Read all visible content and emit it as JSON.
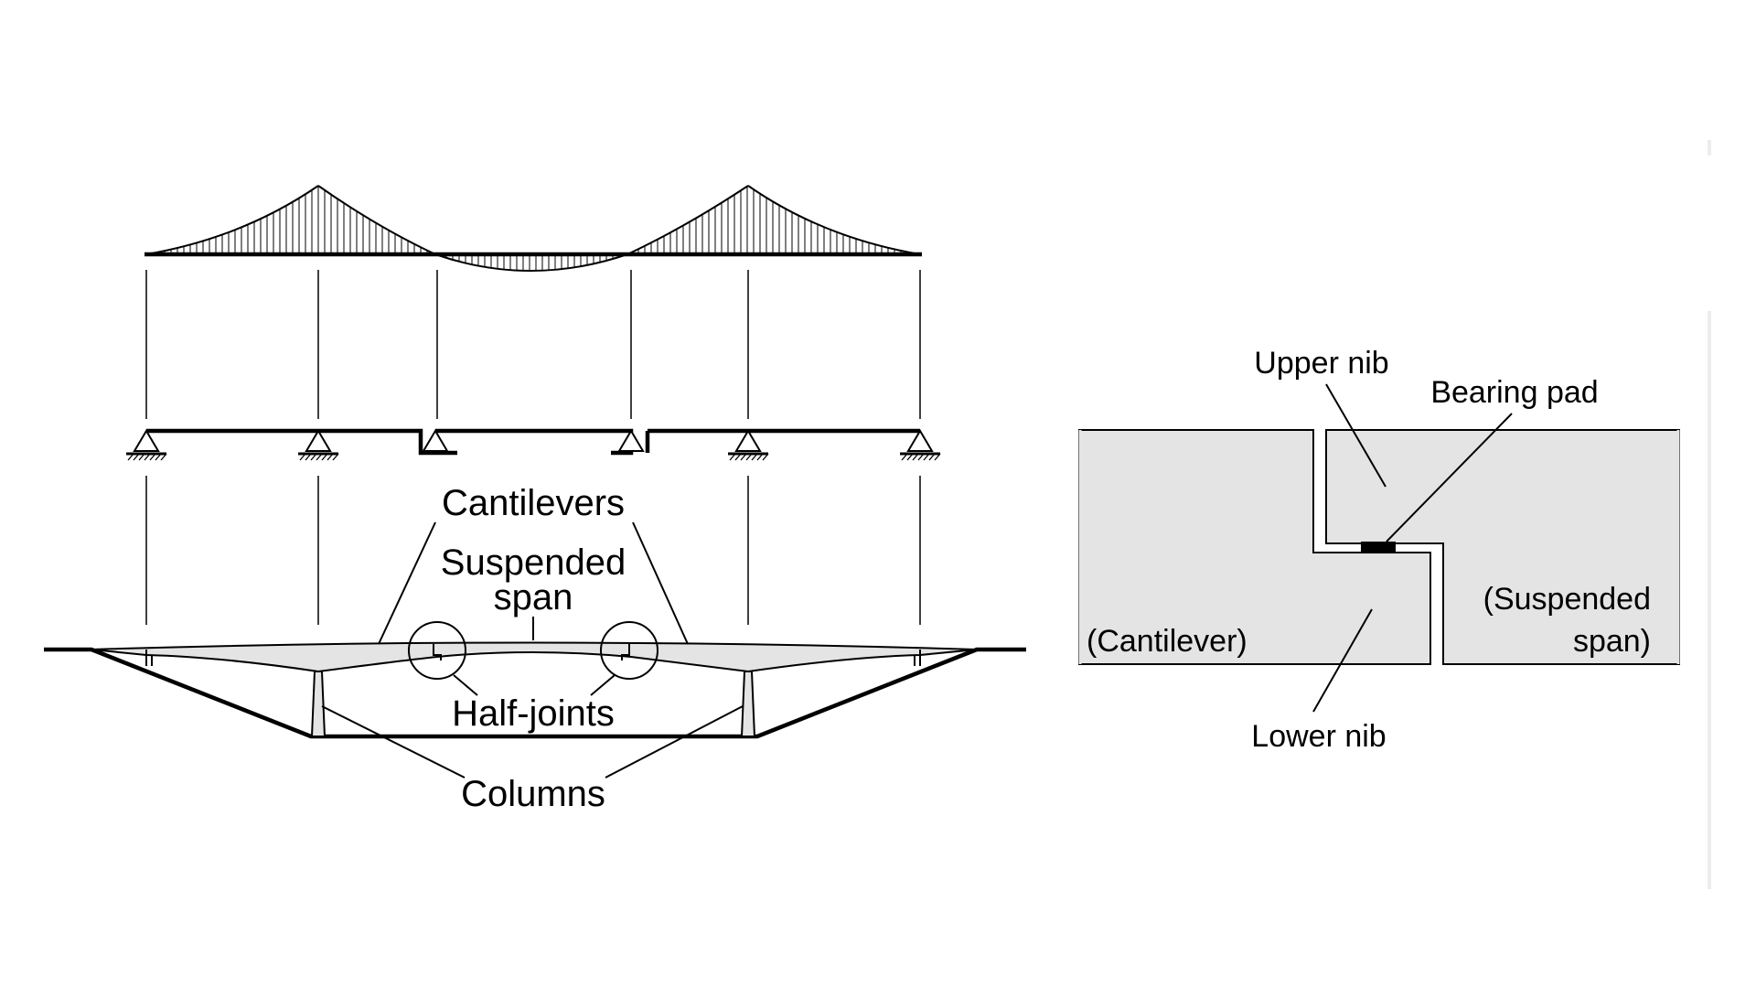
{
  "left_diagram": {
    "labels": {
      "cantilevers": "Cantilevers",
      "suspended_span_line1": "Suspended",
      "suspended_span_line2": "span",
      "half_joints": "Half-joints",
      "columns": "Columns"
    }
  },
  "right_diagram": {
    "labels": {
      "upper_nib": "Upper nib",
      "bearing_pad": "Bearing pad",
      "cantilever": "(Cantilever)",
      "suspended_span_line1": "(Suspended",
      "suspended_span_line2": "span)",
      "lower_nib": "Lower nib"
    }
  },
  "colors": {
    "concrete_fill": "#e4e4e4",
    "line": "#000000",
    "bearing_pad": "#000000"
  }
}
